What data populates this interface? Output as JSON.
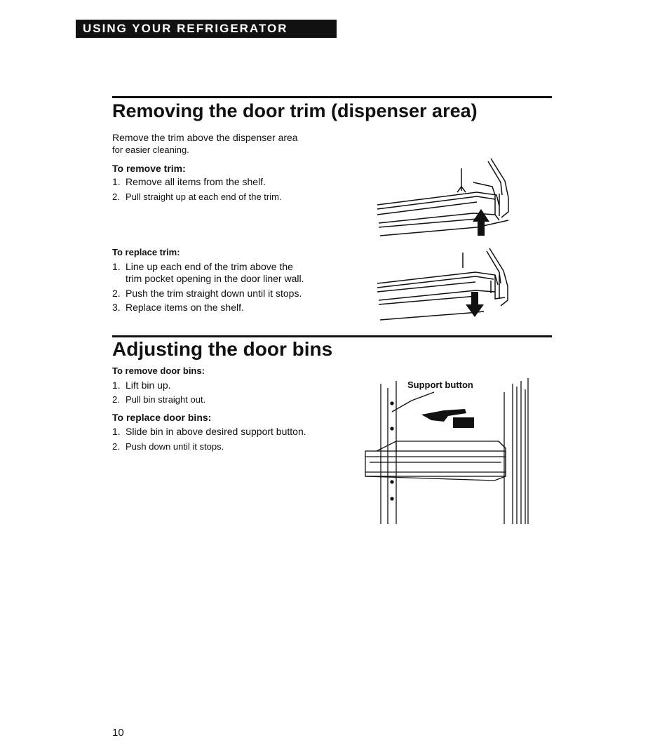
{
  "header": {
    "banner": "USING YOUR REFRIGERATOR"
  },
  "section1": {
    "title": "Removing the door trim (dispenser area)",
    "intro_line1": "Remove the trim above the dispenser area",
    "intro_line2": "for easier cleaning.",
    "remove_heading": "To remove trim:",
    "remove_steps": [
      {
        "num": "1.",
        "text": "Remove all items from the shelf."
      },
      {
        "num": "2.",
        "text": "Pull straight up at each end of the trim."
      }
    ],
    "replace_heading": "To replace trim:",
    "replace_steps": [
      {
        "num": "1.",
        "text": "Line up each end of the trim above the",
        "text2": "trim pocket opening in the door liner wall."
      },
      {
        "num": "2.",
        "text": "Push the trim straight down until it stops."
      },
      {
        "num": "3.",
        "text": "Replace items on the shelf."
      }
    ]
  },
  "section2": {
    "title": "Adjusting the door bins",
    "remove_heading": "To remove door bins:",
    "remove_steps": [
      {
        "num": "1.",
        "text": "Lift bin up."
      },
      {
        "num": "2.",
        "text": "Pull bin straight out."
      }
    ],
    "replace_heading": "To replace door bins:",
    "replace_steps": [
      {
        "num": "1.",
        "text": "Slide bin in above desired support button."
      },
      {
        "num": "2.",
        "text": "Push down until it stops."
      }
    ],
    "figure_label": "Support button"
  },
  "footer": {
    "page_number": "10"
  }
}
